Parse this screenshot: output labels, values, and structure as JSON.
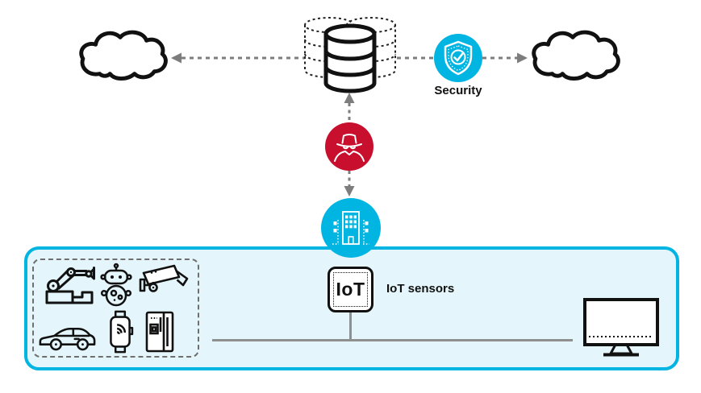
{
  "labels": {
    "security": "Security",
    "iot_sensors": "IoT sensors",
    "iot_chip": "IoT"
  },
  "colors": {
    "accent_cyan": "#00b5e2",
    "alert_red": "#c8102e",
    "zone_fill": "#e4f6fb",
    "connector_gray": "#7d7d7d",
    "bus_gray": "#8f8f8f",
    "ink": "#111111"
  },
  "nodes": [
    {
      "id": "cloud-left",
      "icon": "cloud-icon"
    },
    {
      "id": "database",
      "icon": "database-icon"
    },
    {
      "id": "security",
      "icon": "shield-check-icon",
      "label": "Security"
    },
    {
      "id": "cloud-right",
      "icon": "cloud-icon"
    },
    {
      "id": "attacker",
      "icon": "hacker-icon"
    },
    {
      "id": "building",
      "icon": "building-icon"
    },
    {
      "id": "iot-gateway",
      "icon": "iot-chip-icon",
      "label": "IoT",
      "caption": "IoT sensors"
    },
    {
      "id": "monitor",
      "icon": "monitor-icon"
    }
  ],
  "device_group": [
    "robot-arm-icon",
    "robot-icon",
    "cctv-camera-icon",
    "car-icon",
    "smartwatch-icon",
    "refrigerator-icon"
  ],
  "edges": [
    {
      "from": "database",
      "to": "cloud-left",
      "style": "dashed-arrow"
    },
    {
      "from": "database",
      "to": "security",
      "style": "dashed"
    },
    {
      "from": "security",
      "to": "cloud-right",
      "style": "dashed-arrow"
    },
    {
      "from": "attacker",
      "to": "database",
      "style": "dashed-arrow"
    },
    {
      "from": "attacker",
      "to": "building",
      "style": "dashed-arrow"
    },
    {
      "from": "iot-gateway",
      "to": "device-bus",
      "style": "solid"
    }
  ]
}
